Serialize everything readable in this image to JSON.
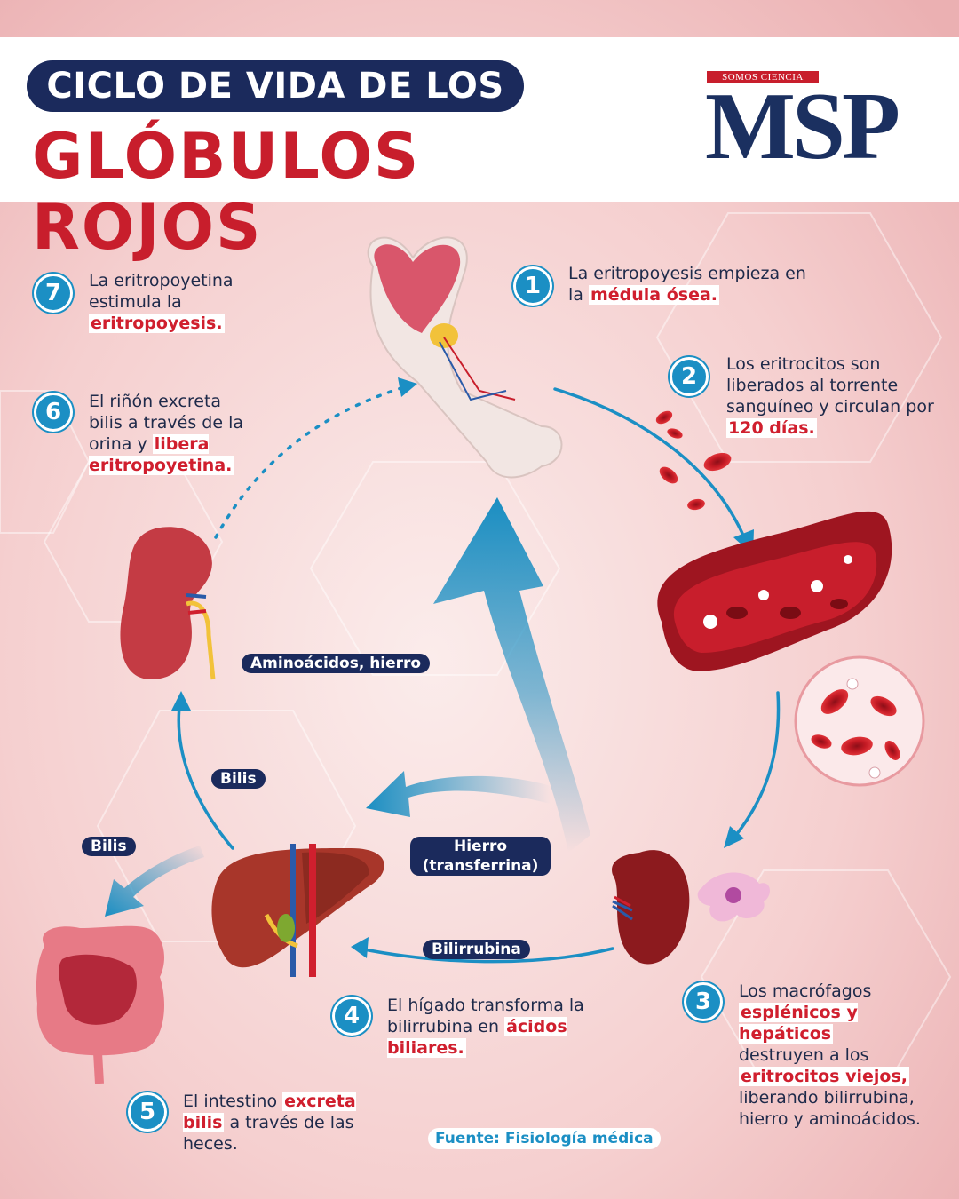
{
  "header": {
    "title_line1": "CICLO DE VIDA DE LOS",
    "title_line2": "GLÓBULOS ROJOS",
    "logo_small": "SOMOS CIENCIA",
    "logo_main": "MSP"
  },
  "steps": [
    {
      "number": "1",
      "text": "La eritropoyesis empieza en la ",
      "highlight": "médula ósea."
    },
    {
      "number": "2",
      "text": "Los eritrocitos son liberados al torrente sanguíneo y circulan por ",
      "highlight": "120 días."
    },
    {
      "number": "3",
      "pre": "Los macrófagos",
      "highlight1": "esplénicos y hepáticos",
      "mid": "destruyen a los",
      "highlight2": "eritrocitos viejos,",
      "post": "liberando bilirrubina, hierro y aminoácidos."
    },
    {
      "number": "4",
      "text": "El hígado transforma la bilirrubina en ",
      "highlight": "ácidos biliares."
    },
    {
      "number": "5",
      "pre": "El intestino ",
      "highlight": "excreta bilis",
      "post": " a través de las heces."
    },
    {
      "number": "6",
      "text": "El riñón excreta bilis a través de la orina y ",
      "highlight": "libera eritropoyetina."
    },
    {
      "number": "7",
      "text": "La eritropoyetina estimula la ",
      "highlight": "eritropoyesis."
    }
  ],
  "labels": {
    "aminoacidos": "Aminoácidos, hierro",
    "bilis1": "Bilis",
    "bilis2": "Bilis",
    "hierro_line1": "Hierro",
    "hierro_line2": "(transferrina)",
    "bilirrubina": "Bilirrubina"
  },
  "source": "Fuente: Fisiología médica",
  "colors": {
    "navy": "#1b2a5c",
    "red": "#c81e2c",
    "blue": "#1b8fc4",
    "background": "#f6d7d6"
  }
}
